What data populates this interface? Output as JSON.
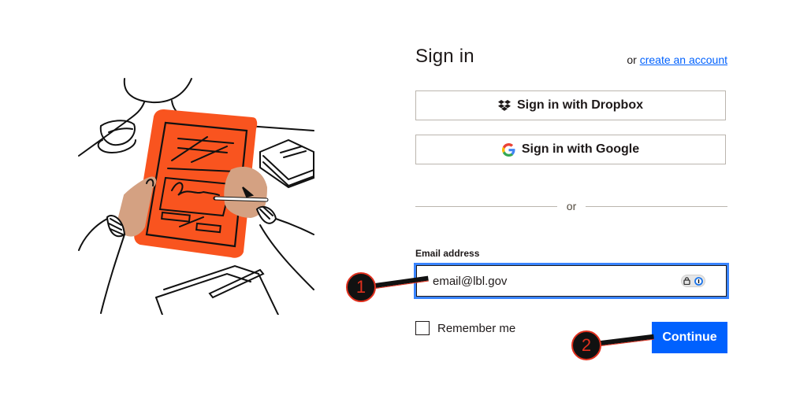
{
  "page": {
    "title": "Sign in",
    "create_prefix": "or",
    "create_link": "create an account"
  },
  "sso": {
    "dropbox": {
      "label": "Sign in with Dropbox",
      "icon": "dropbox-icon"
    },
    "google": {
      "label": "Sign in with Google",
      "icon": "google-icon"
    }
  },
  "divider": {
    "label": "or"
  },
  "form": {
    "email_label": "Email address",
    "email_value": "email@lbl.gov",
    "password_manager_icon": "1password-icon",
    "remember_label": "Remember me",
    "remember_checked": false,
    "continue_label": "Continue"
  },
  "annotations": [
    {
      "number": "1",
      "target": "email-input"
    },
    {
      "number": "2",
      "target": "continue-button"
    }
  ],
  "colors": {
    "accent": "#0061fe",
    "focus_ring": "#3984ff",
    "illustration_orange": "#f9541f",
    "skin": "#d4a182",
    "callout_red": "#e0301e"
  }
}
